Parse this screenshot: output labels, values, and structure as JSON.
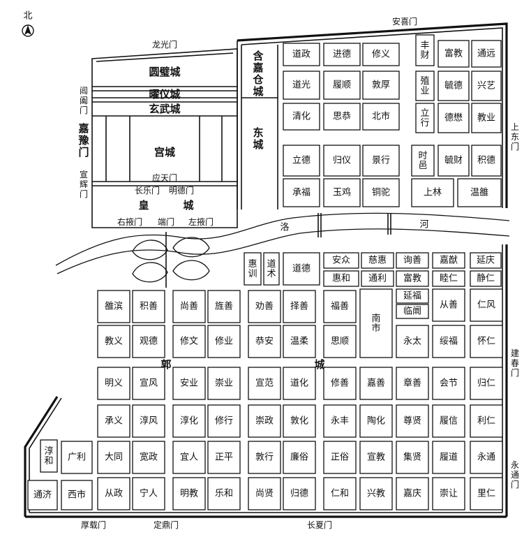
{
  "north": "北",
  "gates": {
    "anxi": "安喜门",
    "longguang": "龙光门",
    "changxia": "长夏门",
    "houzai": "厚载门",
    "dingding": "定鼎门",
    "yingtian": "应天门",
    "changle": "长乐门",
    "mingde": "明德门",
    "youye": "右掖门",
    "duan": "端门",
    "zuoye": "左掖门"
  },
  "vertical": {
    "changhe": "阊阖门",
    "jiayu": "嘉豫门",
    "xuanhui": "宣辉门",
    "hanjia": "含嘉仓城",
    "dongcheng": "东城",
    "shangdong": "上东门",
    "jianchun": "建春门",
    "yongtong": "永通门",
    "huixun": "惠训",
    "daoshu": "道术",
    "nanshi": "南市",
    "fengcai": "丰财",
    "zhiye": "殖业",
    "lixing": "立行",
    "shiyi": "时邑",
    "chunhe": "淳和"
  },
  "palace": {
    "yuanbi": "圆璧城",
    "yaoyi": "曜仪城",
    "xuanwu": "玄武城",
    "gongcheng": "宫城",
    "huang": "皇",
    "cheng": "城"
  },
  "misc": {
    "guo": "郭",
    "guocheng": "城",
    "luo": "洛",
    "he": "河"
  },
  "wards": {
    "daozheng": "道政",
    "jinde": "进德",
    "xiuyi": "修义",
    "fuhui": "富教",
    "tongyuan": "通远",
    "daoguang": "道光",
    "lvshun": "履顺",
    "dunhou": "敦厚",
    "yude": "毓德",
    "xingyi": "兴艺",
    "qinghua": "清化",
    "sigong": "思恭",
    "beishi": "北市",
    "deyi": "德懋",
    "jiaoye": "教业",
    "lide": "立德",
    "guiyi": "归仪",
    "jingxing": "景行",
    "yucai": "毓财",
    "jide": "积德",
    "chengfu": "承福",
    "yuji": "玉鸡",
    "tongtuo": "铜驼",
    "shanglin": "上林",
    "wenluo": "温雒",
    "daode": "道德",
    "anzhong": "安众",
    "cihui": "慈惠",
    "xunshan": "询善",
    "jiayou": "嘉猷",
    "yanqing": "延庆",
    "huihe": "惠和",
    "tongli": "通利",
    "fujiao": "富教",
    "muren": "睦仁",
    "jingren": "静仁",
    "yanfu": "延福",
    "linhuan": "临阛",
    "suibin": "雒滨",
    "jishan": "积善",
    "shangshan": "尚善",
    "jingshan": "旌善",
    "quanshan": "劝善",
    "zeshan": "择善",
    "fushan": "福善",
    "congshan": "从善",
    "renfeng": "仁风",
    "jiaoyi": "教义",
    "guande": "观德",
    "xiuwen": "修文",
    "xiuye": "修业",
    "gongan": "恭安",
    "wenrou": "温柔",
    "sishun": "思顺",
    "yongtai": "永太",
    "suifu": "绥福",
    "huairen": "怀仁",
    "mingyi": "明义",
    "xuanfeng": "宣风",
    "anye": "安业",
    "chongye": "崇业",
    "xuanfan": "宣范",
    "daohua": "道化",
    "xiushan": "修善",
    "jiashan": "嘉善",
    "zhangshan": "章善",
    "huijie": "会节",
    "guiren": "归仁",
    "chengyi": "承义",
    "chunfeng": "淳风",
    "chunhua": "淳化",
    "xiuxing": "修行",
    "chongzheng": "崇政",
    "jiaohua": "敦化",
    "yongfeng": "永丰",
    "taohua": "陶化",
    "zunxian": "尊贤",
    "lvxin": "履信",
    "liren": "利仁",
    "guangli": "广利",
    "datong": "大同",
    "kuanzheng": "宽政",
    "yiren": "宜人",
    "zhengping": "正平",
    "dunxing": "敦行",
    "liansu": "廉俗",
    "zhengsu": "正俗",
    "xuanjiao": "宣教",
    "jixian": "集贤",
    "lvdao": "履道",
    "yongtong2": "永通",
    "tongji": "通济",
    "xishi": "西市",
    "congzheng": "从政",
    "ningren": "宁人",
    "mingjiao": "明教",
    "lehe": "乐和",
    "shangxian": "尚贤",
    "guide": "归德",
    "renhe": "仁和",
    "xingjiao": "兴教",
    "jiaqing": "嘉庆",
    "chongrang": "崇让",
    "liren2": "里仁"
  }
}
